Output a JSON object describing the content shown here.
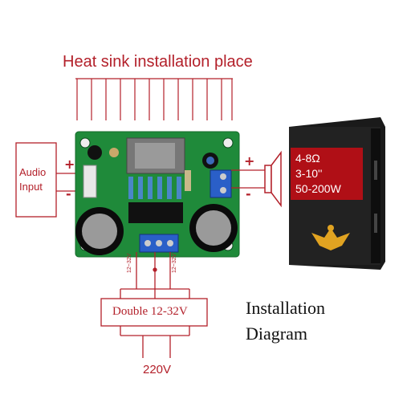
{
  "heat_sink_label": "Heat sink installation place",
  "audio_input": {
    "line1": "Audio",
    "line2": "Input",
    "plus": "+",
    "minus": "-"
  },
  "speaker_output": {
    "plus": "+",
    "minus": "-"
  },
  "speaker_specs": [
    "4-8Ω",
    "3-10''",
    "50-200W"
  ],
  "supply_left": "12~32V",
  "supply_right": "12~32V",
  "transformer_label": "Double 12-32V",
  "mains_label": "220V",
  "title_line1": "Installation",
  "title_line2": "Diagram",
  "colors": {
    "annotation": "#b3202a",
    "pcb": "#1f8a3a",
    "speaker_panel": "#b00f16"
  }
}
